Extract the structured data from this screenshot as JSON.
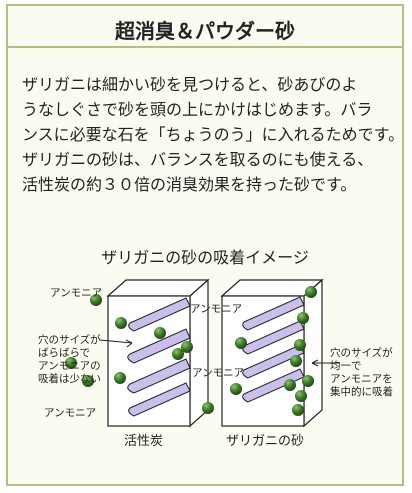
{
  "title": "超消臭＆パウダー砂",
  "body_lines": [
    "ザリガニは細かい砂を見つけると、砂あびのよ",
    "うなしぐさで砂を頭の上にかけはじめます。バラ",
    "ンスに必要な石を「ちょうのう」に入れるためです。",
    "ザリガニの砂は、バランスを取るのにも使える、",
    "活性炭の約３０倍の消臭効果を持った砂です。"
  ],
  "diagram": {
    "title": "ザリガニの砂の吸着イメージ",
    "ammonia_label": "アンモニア",
    "left_note": [
      "穴のサイズが",
      "ばらばらで",
      "アンモニアの",
      "吸着は少ない"
    ],
    "right_note": [
      "穴のサイズが",
      "均一で",
      "アンモニアを",
      "集中的に吸着"
    ],
    "left_caption": "活性炭",
    "right_caption": "ザリガニの砂"
  },
  "colors": {
    "border": "#b6c07c",
    "block_fill": "#ffffff",
    "slot_fill": "#c9bfea",
    "ball_dark": "#1f4d16",
    "ball_light": "#8fc46d"
  }
}
